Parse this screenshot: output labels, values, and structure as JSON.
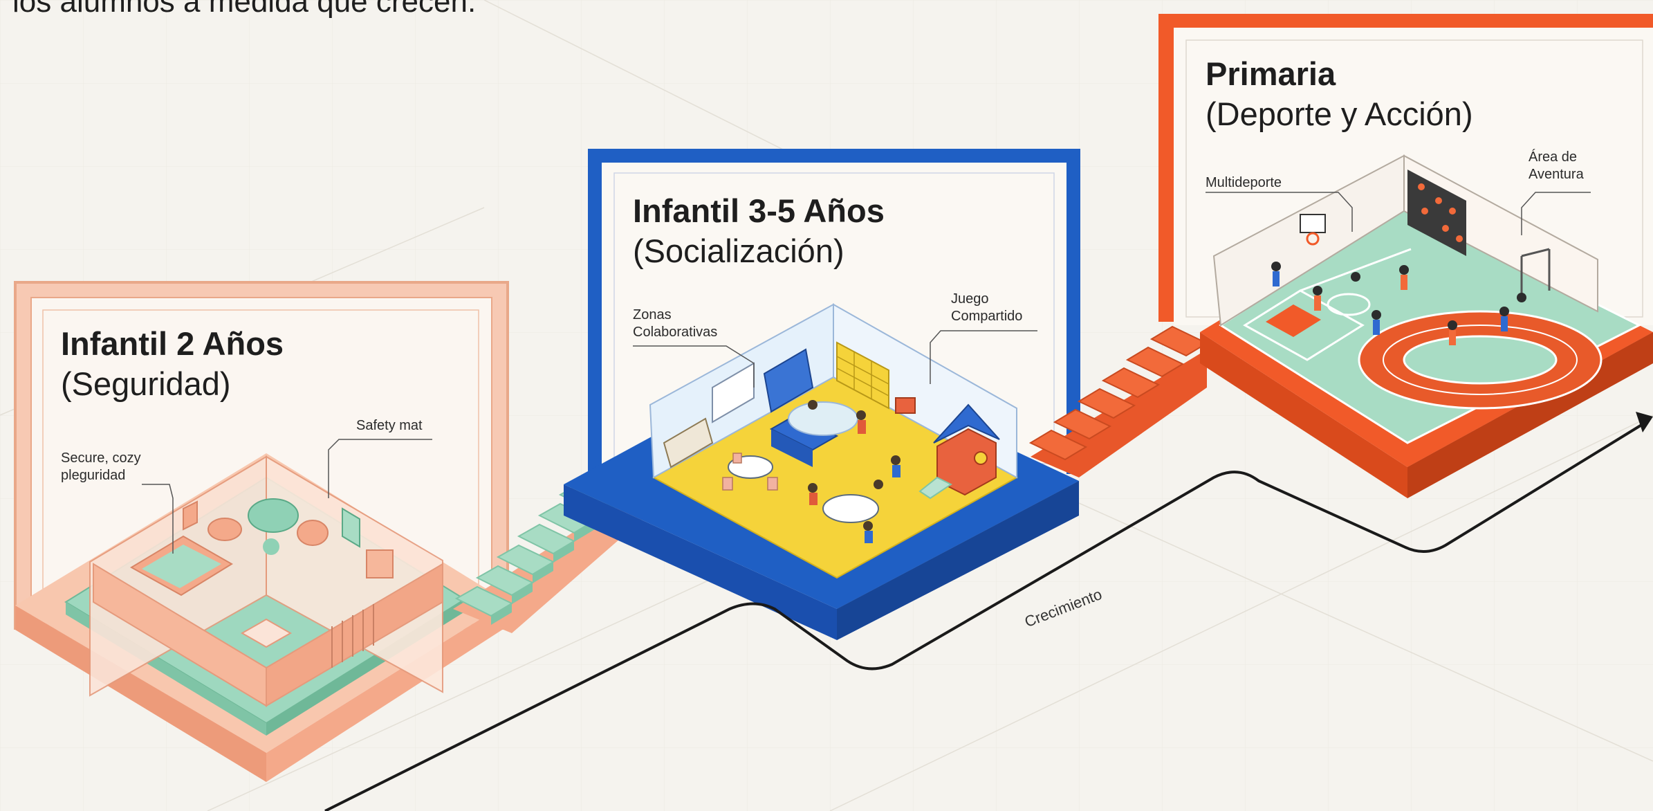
{
  "intro_text": "los alumnos a medida que crecen.",
  "stages": [
    {
      "title": "Infantil 2 Años",
      "subtitle": "(Seguridad)",
      "callouts": [
        "Secure, cozy pleguridad",
        "Safety mat"
      ],
      "color": "#f6bca0"
    },
    {
      "title": "Infantil 3-5 Años",
      "subtitle": "(Socialización)",
      "callouts": [
        "Zonas Colaborativas",
        "Juego Compartido"
      ],
      "color": "#1f5fc4"
    },
    {
      "title": "Primaria",
      "subtitle": "(Deporte y Acción)",
      "callouts": [
        "Multideporte",
        "Área de Aventura"
      ],
      "color": "#f15a29"
    }
  ],
  "growth_label": "Crecimiento",
  "colors": {
    "background": "#f5f3ee",
    "mint": "#9ed8bf",
    "yellow": "#f5d33a",
    "track": "#e85a2a",
    "court": "#a8dcc4"
  }
}
